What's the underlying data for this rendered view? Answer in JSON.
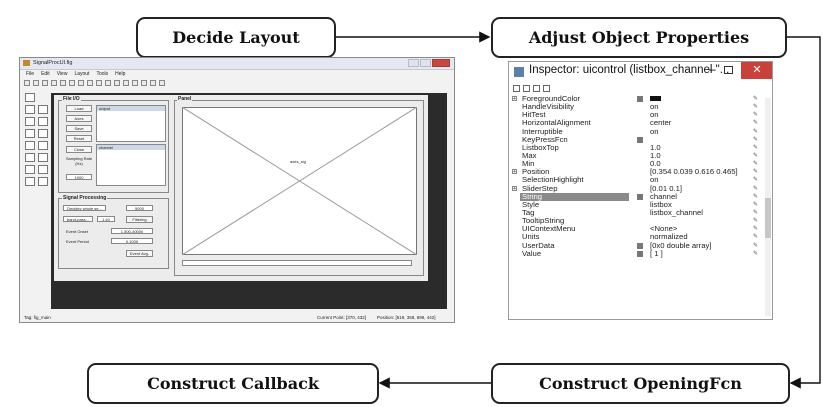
{
  "steps": {
    "decide_layout": "Decide Layout",
    "adjust_properties": "Adjust Object Properties",
    "construct_callback": "Construct Callback",
    "construct_openingfcn": "Construct OpeningFcn"
  },
  "colors": {
    "box_border": "#222222",
    "arrow": "#111111",
    "figure_bg": "#2b2b2b"
  },
  "guide": {
    "title": "SignalProcUI.fig",
    "menu": [
      "File",
      "Edit",
      "View",
      "Layout",
      "Tools",
      "Help"
    ],
    "file_io": {
      "label": "File I/O",
      "buttons": [
        "Load",
        "Axes",
        "Save",
        "Reset",
        "Close"
      ],
      "listbox_output": "output",
      "listbox_channel": "channel",
      "sampling_rate_label": "Sampling Rate (Hz)",
      "sampling_rate_value": "1000"
    },
    "panel_label": "Panel",
    "axes_tag": "axes_sig",
    "signal_processing": {
      "label": "Signal Processing",
      "popup1": "Decidec whole se...",
      "edit1": "5000",
      "popup2": "band-pass...",
      "edit2": "1.40",
      "filtering_button": "Filtering",
      "event_onset_label": "Event Onset",
      "event_onset_value": "1.500-40000",
      "event_period_label": "Event Period",
      "event_period_value": "0.1000",
      "event_avg_button": "Event Avg."
    },
    "status": {
      "tag": "Tag: fig_main",
      "current_point": "Current Point: [370, 432]",
      "position": "Position: [519, 358, 899, 442]"
    }
  },
  "inspector": {
    "title": "Inspector:  uicontrol (listbox_channel \"...",
    "rows": [
      {
        "name": "ForegroundColor",
        "value": "",
        "expand": true,
        "icon": true,
        "swatch": true
      },
      {
        "name": "HandleVisibility",
        "value": "on"
      },
      {
        "name": "HitTest",
        "value": "on"
      },
      {
        "name": "HorizontalAlignment",
        "value": "center"
      },
      {
        "name": "Interruptible",
        "value": "on"
      },
      {
        "name": "KeyPressFcn",
        "value": "",
        "icon": true
      },
      {
        "name": "ListboxTop",
        "value": "1.0"
      },
      {
        "name": "Max",
        "value": "1.0"
      },
      {
        "name": "Min",
        "value": "0.0"
      },
      {
        "name": "Position",
        "value": "[0.354 0.039 0.616 0.465]",
        "expand": true
      },
      {
        "name": "SelectionHighlight",
        "value": "on"
      },
      {
        "name": "SliderStep",
        "value": "[0.01 0.1]",
        "expand": true
      },
      {
        "name": "String",
        "value": "channel",
        "selected": true,
        "icon": true
      },
      {
        "name": "Style",
        "value": "listbox"
      },
      {
        "name": "Tag",
        "value": "listbox_channel"
      },
      {
        "name": "TooltipString",
        "value": ""
      },
      {
        "name": "UIContextMenu",
        "value": "<None>"
      },
      {
        "name": "Units",
        "value": "normalized"
      },
      {
        "name": "UserData",
        "value": "[0x0  double array]",
        "icon": true
      },
      {
        "name": "Value",
        "value": "[ 1 ]",
        "icon": true
      }
    ]
  }
}
